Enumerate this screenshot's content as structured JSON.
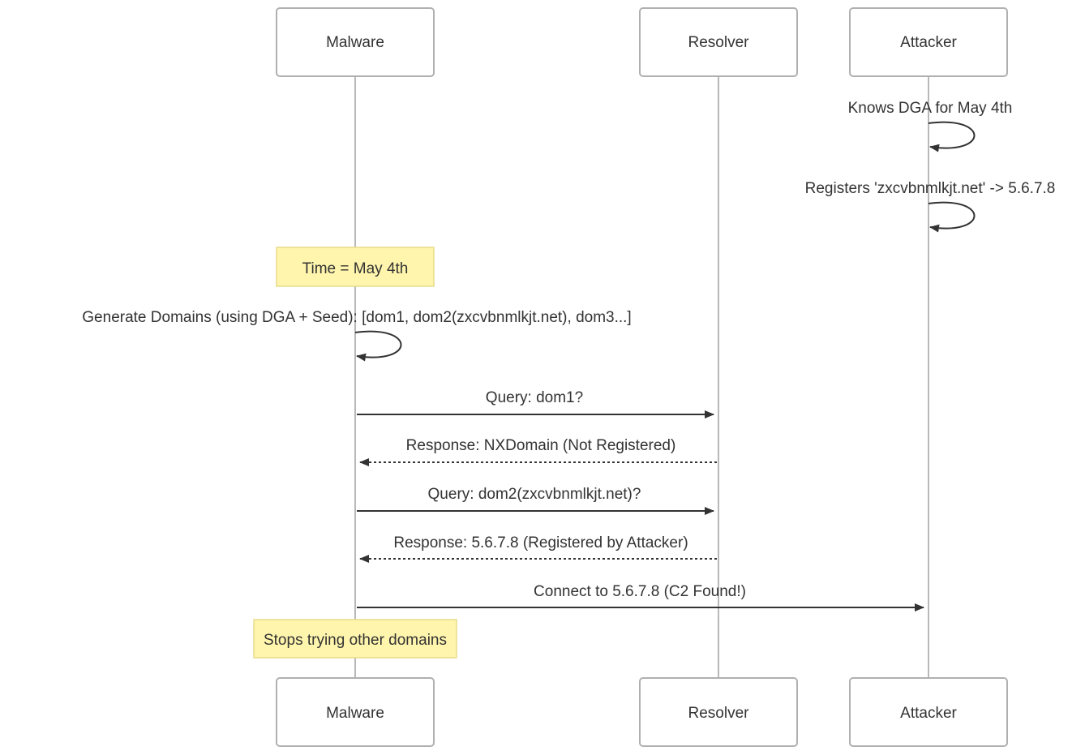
{
  "participants": [
    {
      "id": "malware",
      "label": "Malware"
    },
    {
      "id": "resolver",
      "label": "Resolver"
    },
    {
      "id": "attacker",
      "label": "Attacker"
    }
  ],
  "self_messages": [
    {
      "actor": "attacker",
      "text": "Knows DGA for May 4th"
    },
    {
      "actor": "attacker",
      "text": "Registers 'zxcvbnmlkjt.net' -> 5.6.7.8"
    },
    {
      "actor": "malware",
      "text": "Generate Domains (using DGA + Seed): [dom1, dom2(zxcvbnmlkjt.net), dom3...]"
    }
  ],
  "notes": [
    {
      "over": "malware",
      "text": "Time = May 4th"
    },
    {
      "over": "malware",
      "text": "Stops trying other domains"
    }
  ],
  "messages": [
    {
      "from": "malware",
      "to": "resolver",
      "style": "solid",
      "text": "Query: dom1?"
    },
    {
      "from": "resolver",
      "to": "malware",
      "style": "dashed",
      "text": "Response: NXDomain (Not Registered)"
    },
    {
      "from": "malware",
      "to": "resolver",
      "style": "solid",
      "text": "Query: dom2(zxcvbnmlkjt.net)?"
    },
    {
      "from": "resolver",
      "to": "malware",
      "style": "dashed",
      "text": "Response: 5.6.7.8 (Registered by Attacker)"
    },
    {
      "from": "malware",
      "to": "attacker",
      "style": "solid",
      "text": "Connect to 5.6.7.8 (C2 Found!)"
    }
  ],
  "colors": {
    "line": "#333333",
    "note_fill": "#fff5ad",
    "box_border": "#b0b0b0"
  }
}
